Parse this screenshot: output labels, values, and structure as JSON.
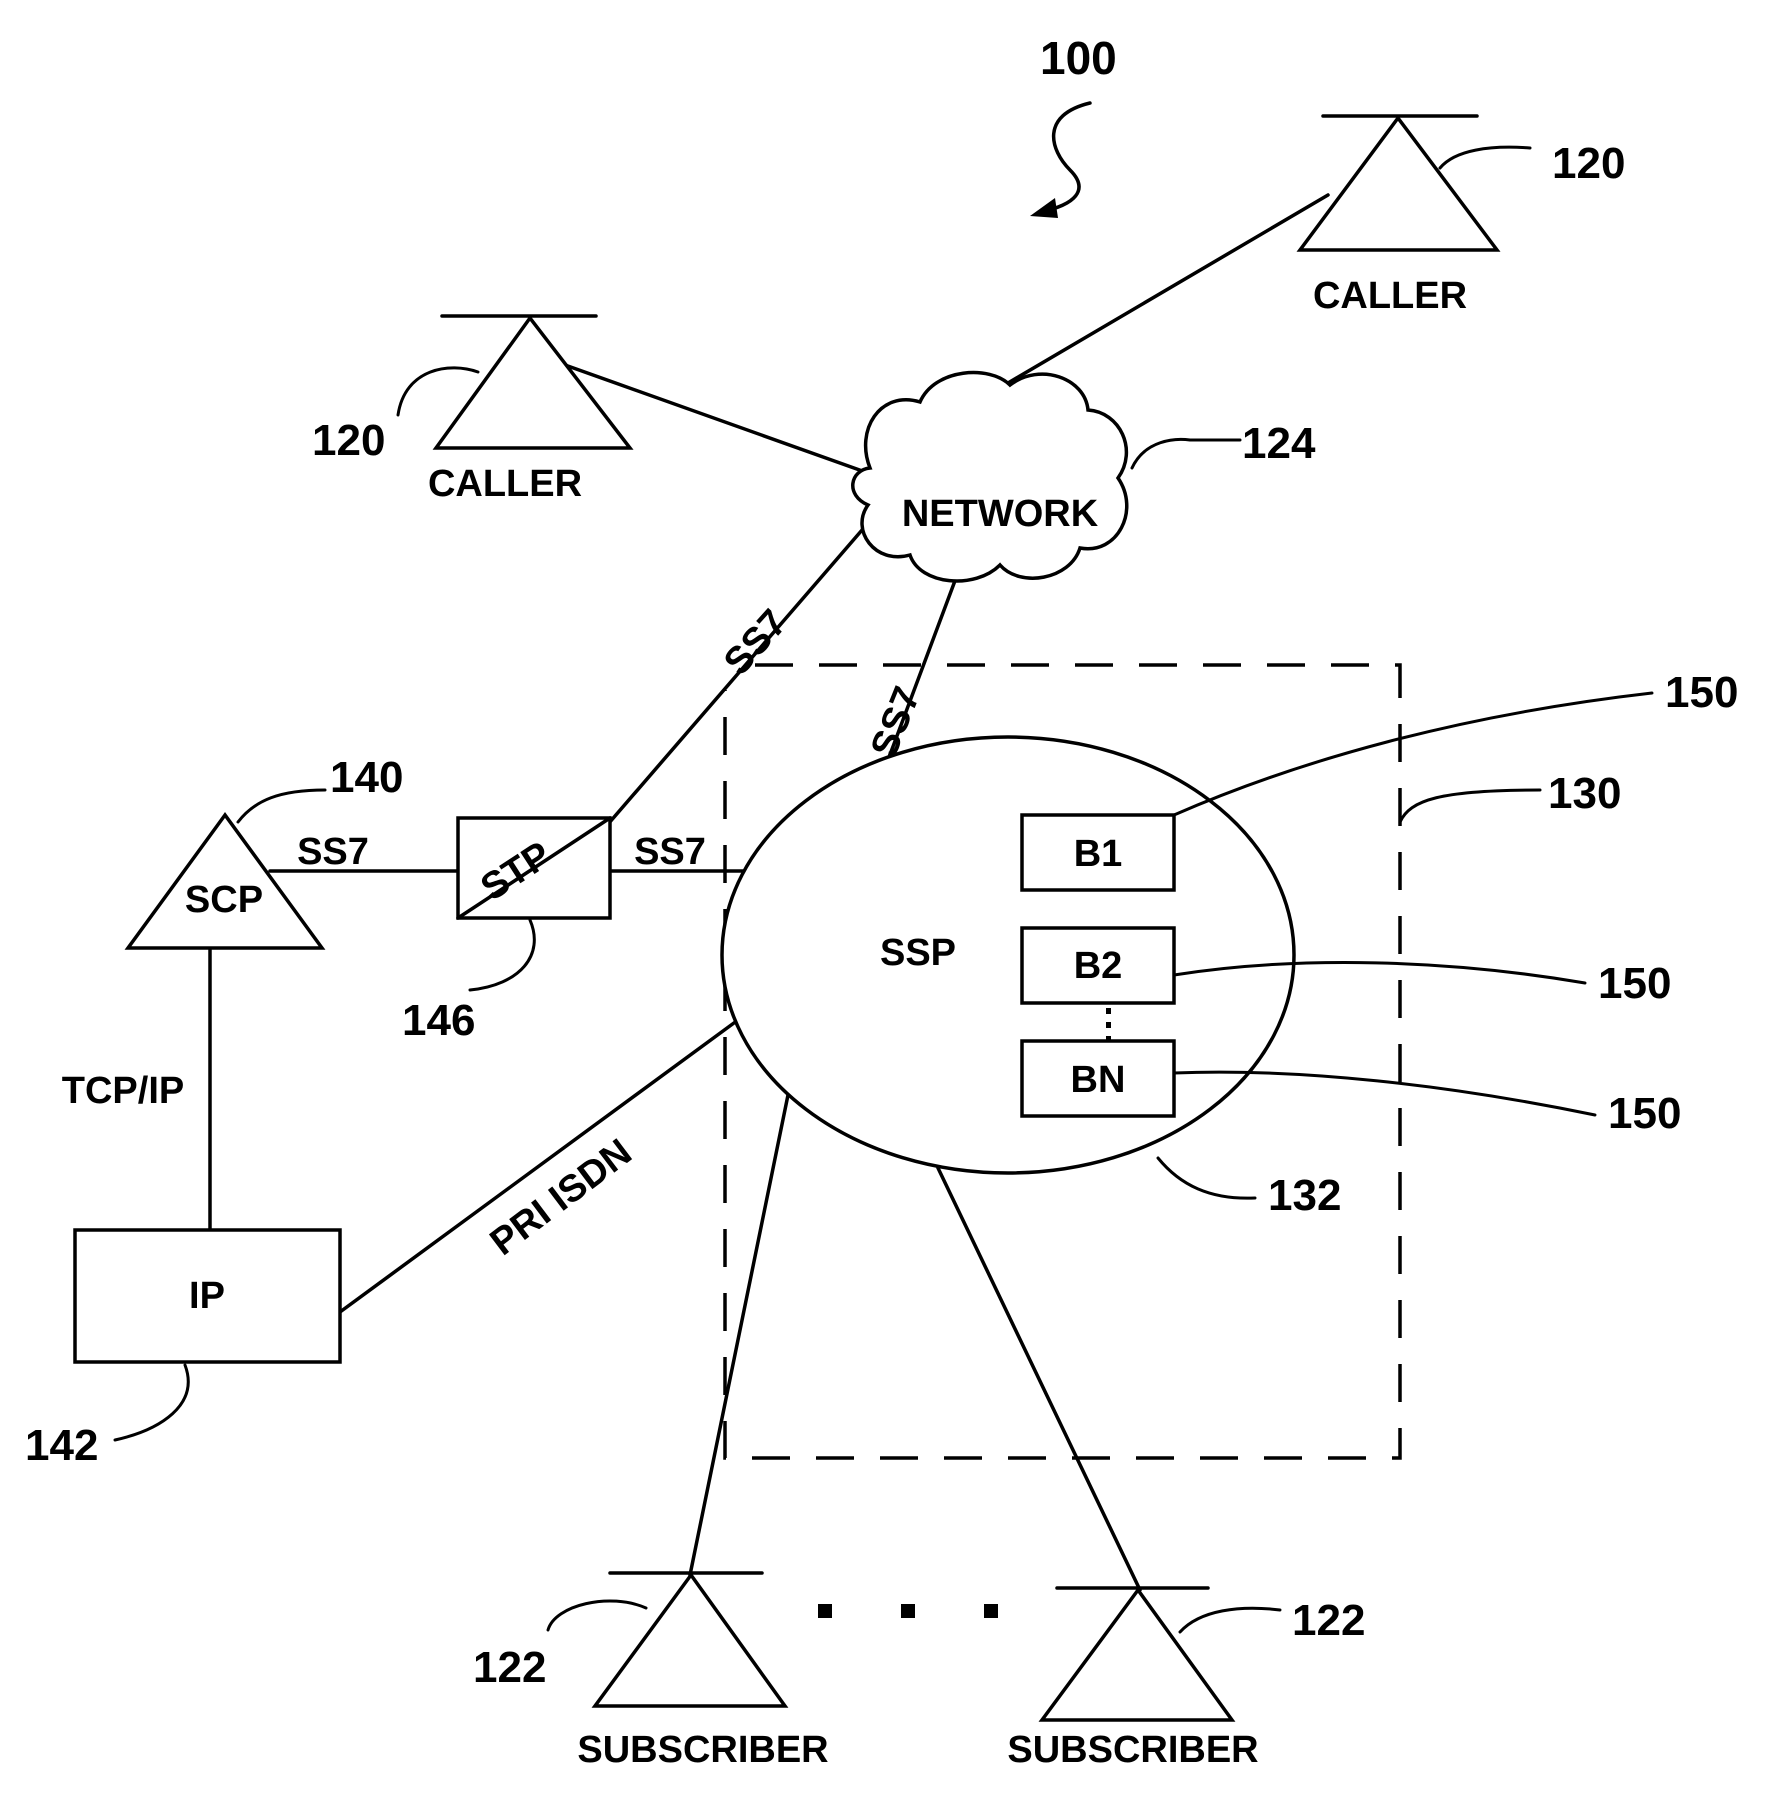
{
  "figure_number": "100",
  "callers": [
    {
      "label": "CALLER",
      "ref": "120"
    },
    {
      "label": "CALLER",
      "ref": "120"
    }
  ],
  "network": {
    "label": "NETWORK",
    "ref": "124"
  },
  "scp": {
    "label": "SCP",
    "ref": "140"
  },
  "stp": {
    "label": "STP",
    "ref": "146"
  },
  "ip": {
    "label": "IP",
    "ref": "142"
  },
  "ssp": {
    "label": "SSP",
    "ref": "132"
  },
  "switch_site_ref": "130",
  "buttons": [
    {
      "label": "B1",
      "ref": "150"
    },
    {
      "label": "B2",
      "ref": "150"
    },
    {
      "label": "BN",
      "ref": "150"
    }
  ],
  "subscribers": [
    {
      "label": "SUBSCRIBER",
      "ref": "122"
    },
    {
      "label": "SUBSCRIBER",
      "ref": "122"
    }
  ],
  "links": {
    "scp_stp": "SS7",
    "stp_network": "SS7",
    "network_ssp": "SS7",
    "stp_ssp": "SS7",
    "scp_ip": "TCP/IP",
    "ip_ssp": "PRI ISDN"
  }
}
